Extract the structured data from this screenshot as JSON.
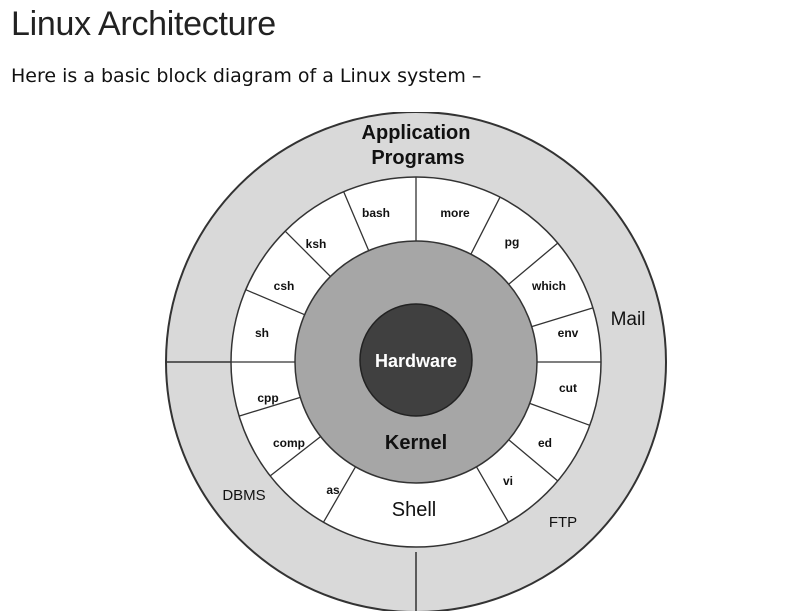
{
  "page": {
    "title": "Linux Architecture",
    "intro": "Here is a basic block diagram of a Linux system –"
  },
  "diagram": {
    "outer_ring": {
      "top_label_line1": "Application",
      "top_label_line2": "Programs",
      "right_label": "Mail",
      "bottom_right_label": "FTP",
      "bottom_left_label": "DBMS"
    },
    "shell_ring": {
      "items": [
        "bash",
        "more",
        "pg",
        "which",
        "env",
        "cut",
        "ed",
        "vi",
        "as",
        "comp",
        "cpp",
        "sh",
        "csh",
        "ksh"
      ],
      "bottom_label": "Shell"
    },
    "kernel_label": "Kernel",
    "hardware_label": "Hardware",
    "colors": {
      "outer_ring": "#d9d9d9",
      "shell_ring": "#ffffff",
      "kernel": "#a6a6a6",
      "hardware": "#404040",
      "stroke": "#333333"
    }
  }
}
